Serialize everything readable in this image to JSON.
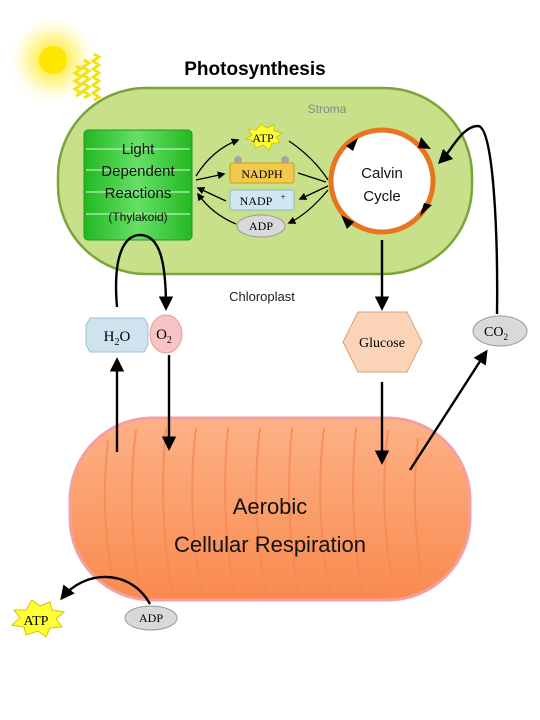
{
  "title": "Photosynthesis",
  "chloroplast": {
    "stroma_label": "Stroma",
    "label": "Chloroplast"
  },
  "light_reactions": {
    "line1": "Light",
    "line2": "Dependent",
    "line3": "Reactions",
    "line4": "(Thylakoid)"
  },
  "carriers": {
    "atp": "ATP",
    "nadph": "NADPH",
    "nadp": "NADP",
    "nadp_sup": "+",
    "adp": "ADP"
  },
  "calvin": {
    "line1": "Calvin",
    "line2": "Cycle"
  },
  "molecules": {
    "water_main": "H",
    "water_sub": "2",
    "water_end": "O",
    "oxygen_main": "O",
    "oxygen_sub": "2",
    "glucose": "Glucose",
    "co2_main": "CO",
    "co2_sub": "2"
  },
  "respiration": {
    "line1": "Aerobic",
    "line2": "Cellular Respiration",
    "atp_out": "ATP",
    "adp_in": "ADP"
  },
  "colors": {
    "chloroplast_fill": "#c9e08a",
    "chloroplast_stroke": "#7aa53a",
    "thylakoid_green": "#33cc33",
    "calvin_ring": "#e8741e",
    "atp_star": "#ffff33",
    "nadph_fill": "#f2c94c",
    "nadp_fill": "#cfe7f3",
    "adp_fill": "#d9d9d9",
    "water_fill": "#cfe3ee",
    "oxygen_fill": "#f8c3c3",
    "glucose_fill": "#fbd4b8",
    "mito_fill": "#fb9a63",
    "sun": "#ffe600"
  }
}
